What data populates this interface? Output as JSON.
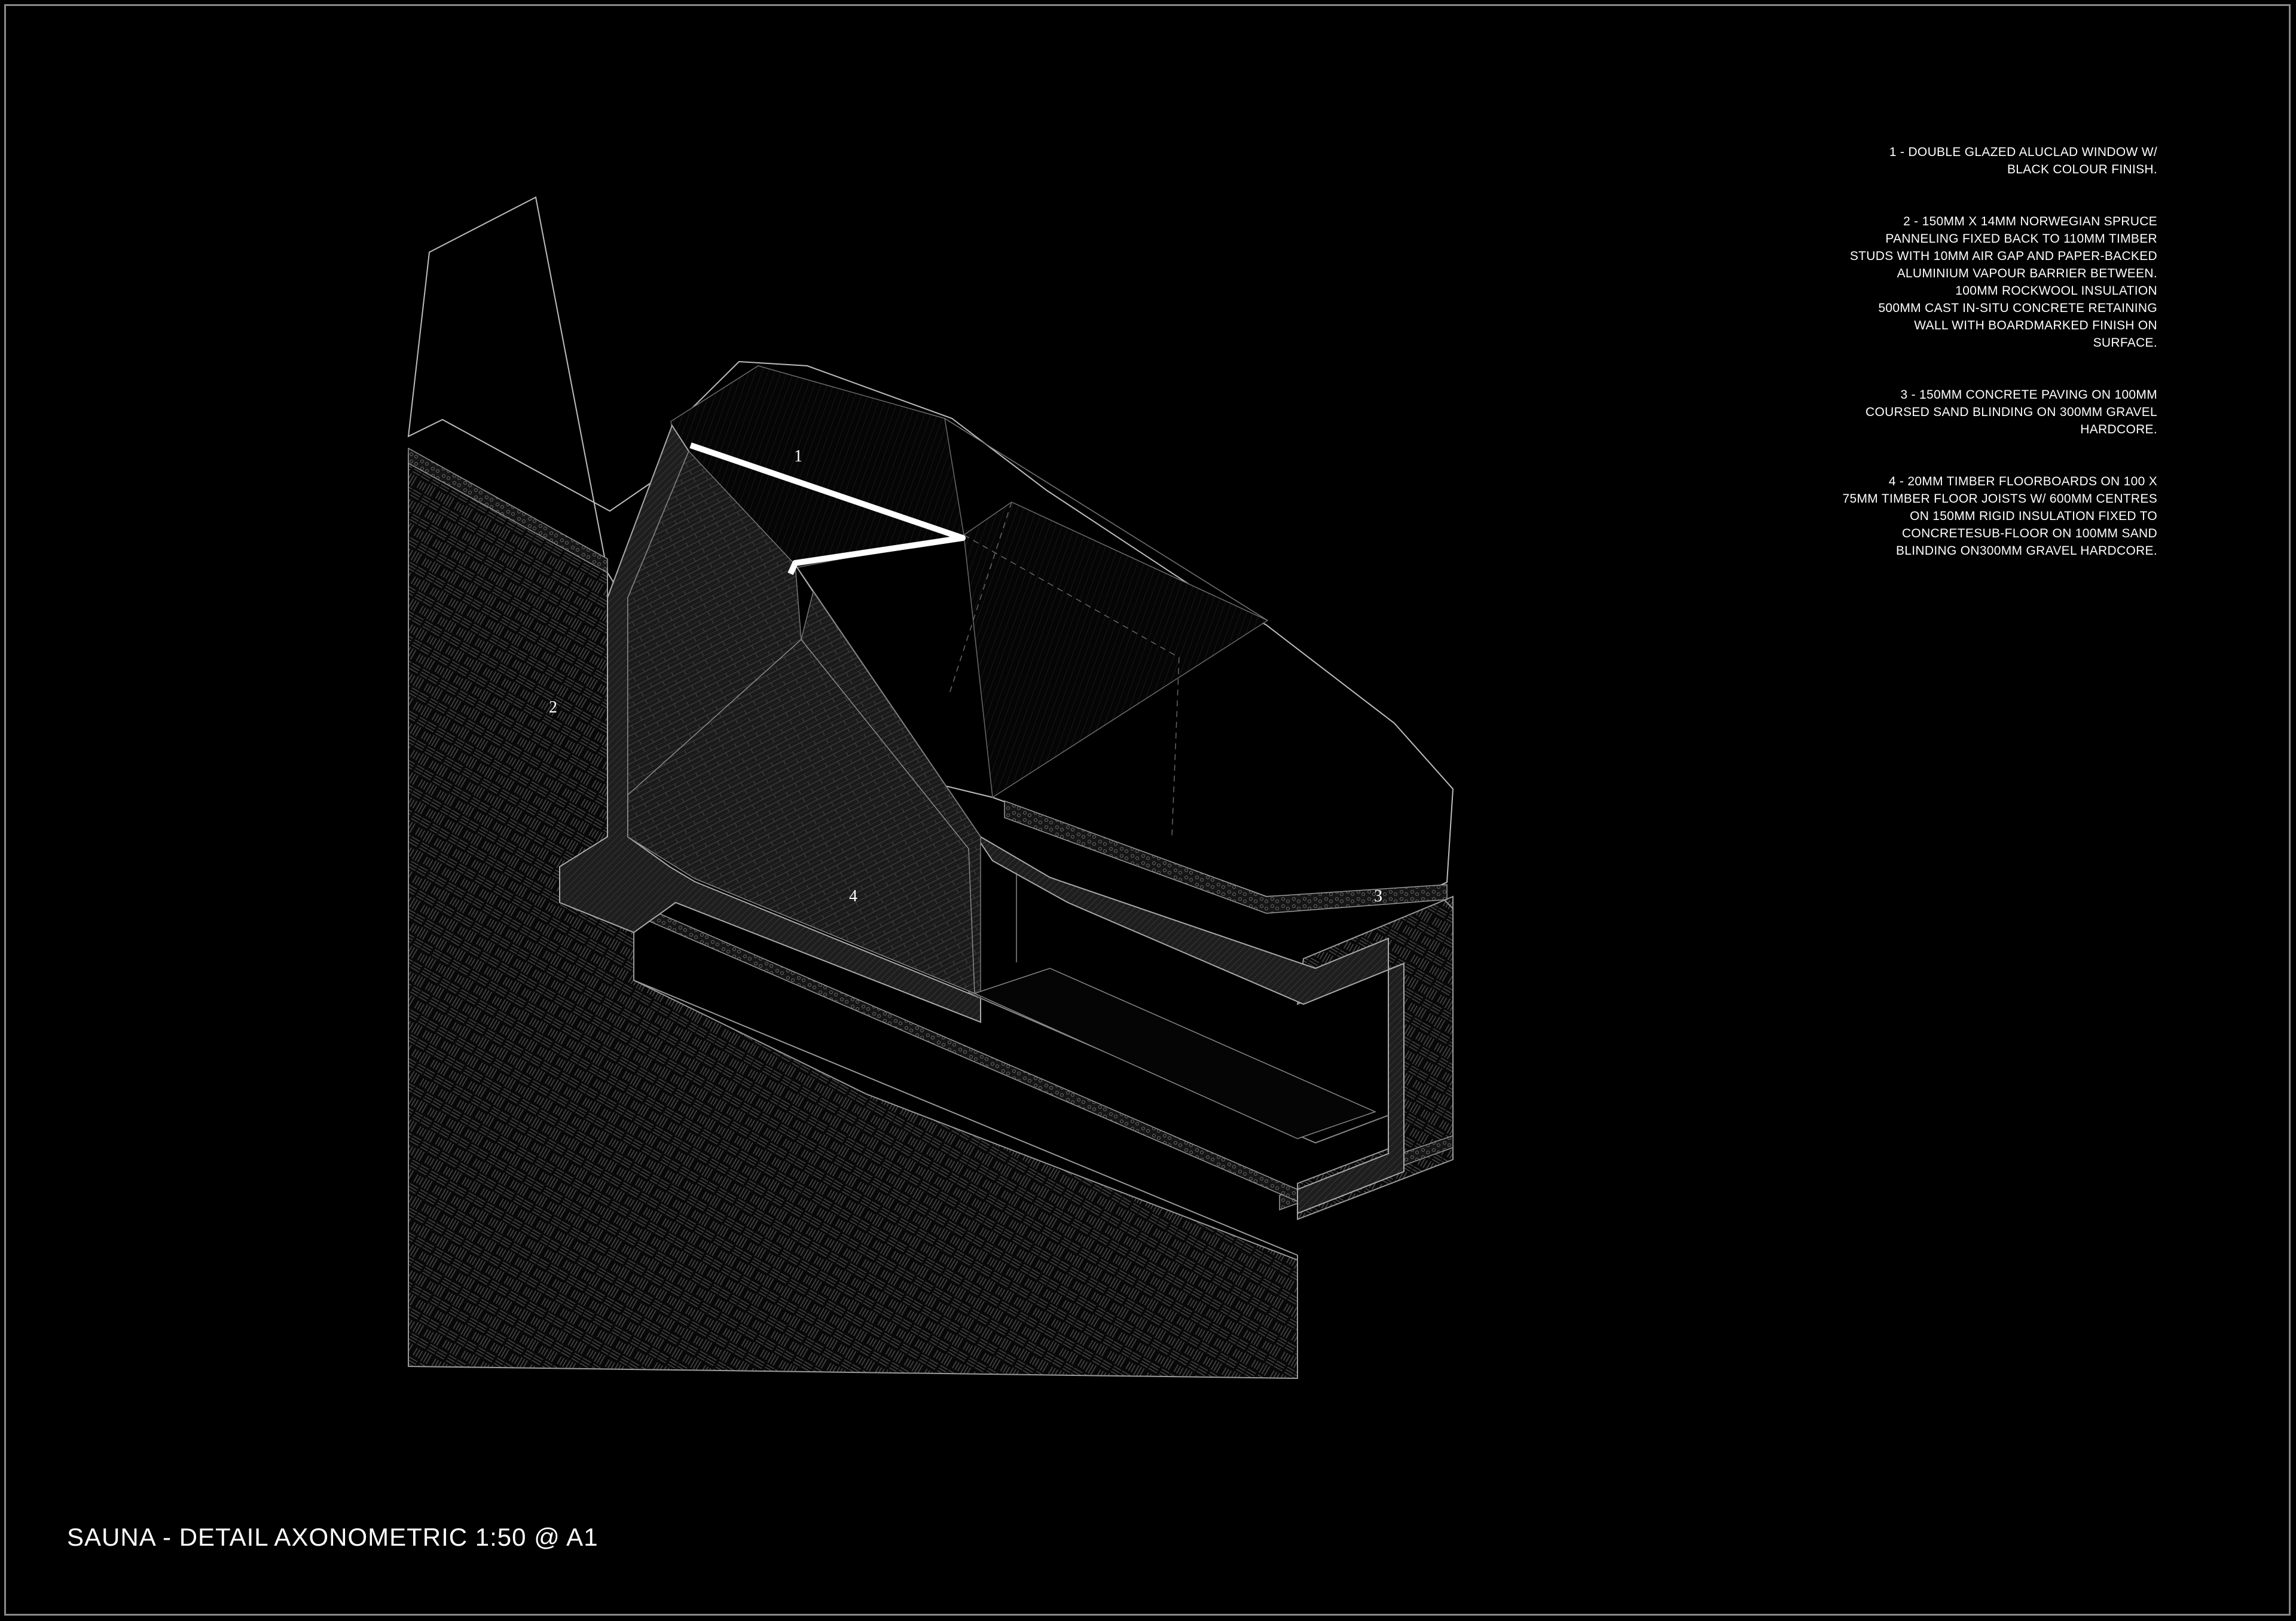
{
  "sheet": {
    "title": "SAUNA - DETAIL AXONOMETRIC 1:50 @ A1",
    "border_color": "#8a8a8a",
    "background": "#000000"
  },
  "callouts": [
    {
      "id": "1",
      "label": "1"
    },
    {
      "id": "2",
      "label": "2"
    },
    {
      "id": "3",
      "label": "3"
    },
    {
      "id": "4",
      "label": "4"
    }
  ],
  "notes": [
    {
      "id": "1",
      "lines": [
        "1 - DOUBLE GLAZED ALUCLAD WINDOW W/",
        "BLACK COLOUR FINISH."
      ]
    },
    {
      "id": "2",
      "lines": [
        "2 - 150MM X 14MM NORWEGIAN SPRUCE",
        "PANNELING FIXED BACK TO 110MM TIMBER",
        "STUDS WITH 10MM AIR GAP AND PAPER-BACKED",
        "ALUMINIUM VAPOUR BARRIER BETWEEN.",
        "100MM ROCKWOOL INSULATION",
        "500MM CAST IN-SITU CONCRETE RETAINING",
        "WALL WITH BOARDMARKED FINISH ON",
        "SURFACE."
      ]
    },
    {
      "id": "3",
      "lines": [
        "3 - 150MM CONCRETE PAVING ON 100MM",
        "COURSED SAND BLINDING ON 300MM GRAVEL",
        "HARDCORE."
      ]
    },
    {
      "id": "4",
      "lines": [
        "4 - 20MM TIMBER FLOORBOARDS ON 100 X",
        "75MM TIMBER FLOOR JOISTS W/ 600MM CENTRES",
        "ON 150MM RIGID INSULATION FIXED TO",
        "CONCRETESUB-FLOOR ON 100MM SAND",
        "BLINDING ON300MM GRAVEL HARDCORE."
      ]
    }
  ]
}
